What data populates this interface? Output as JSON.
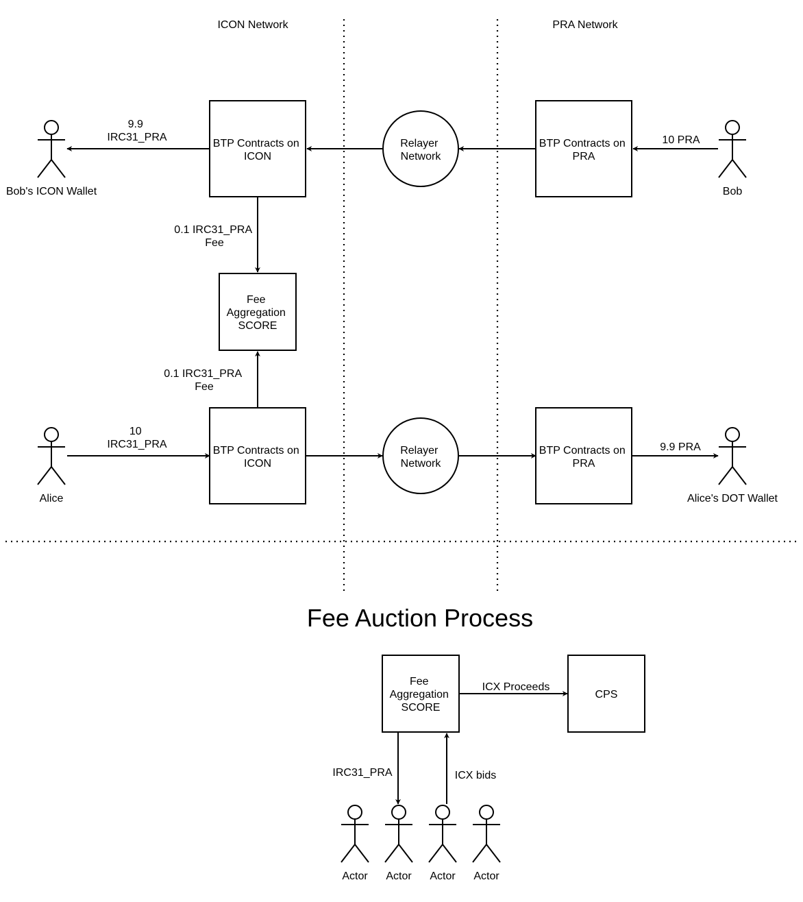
{
  "lanes": {
    "icon_network": "ICON Network",
    "pra_network": "PRA Network"
  },
  "top_flow": {
    "btp_icon": [
      "BTP Contracts on",
      "ICON"
    ],
    "relayer": [
      "Relayer",
      "Network"
    ],
    "btp_pra": [
      "BTP Contracts on",
      "PRA"
    ],
    "bob_actor": "Bob",
    "bob_wallet_actor": "Bob's ICON Wallet",
    "edge_bob_to_pra": "10 PRA",
    "edge_icon_to_wallet": [
      "9.9",
      "IRC31_PRA"
    ],
    "edge_fee_down": [
      "0.1 IRC31_PRA",
      "Fee"
    ]
  },
  "fee_aggregation": [
    "Fee",
    "Aggregation",
    "SCORE"
  ],
  "bottom_flow": {
    "alice_actor": "Alice",
    "alice_wallet_actor": "Alice's DOT Wallet",
    "btp_icon": [
      "BTP Contracts on",
      "ICON"
    ],
    "relayer": [
      "Relayer",
      "Network"
    ],
    "btp_pra": [
      "BTP Contracts on",
      "PRA"
    ],
    "edge_alice_to_icon": [
      "10",
      "IRC31_PRA"
    ],
    "edge_fee_up": [
      "0.1 IRC31_PRA",
      "Fee"
    ],
    "edge_pra_to_wallet": "9.9 PRA"
  },
  "auction": {
    "title": "Fee Auction Process",
    "fee_aggregation": [
      "Fee",
      "Aggregation",
      "SCORE"
    ],
    "cps": "CPS",
    "edge_proceeds": "ICX Proceeds",
    "edge_irc31": "IRC31_PRA",
    "edge_bids": "ICX bids",
    "actors": [
      "Actor",
      "Actor",
      "Actor",
      "Actor"
    ]
  },
  "colors": {
    "stroke": "#000000",
    "background": "#ffffff"
  }
}
